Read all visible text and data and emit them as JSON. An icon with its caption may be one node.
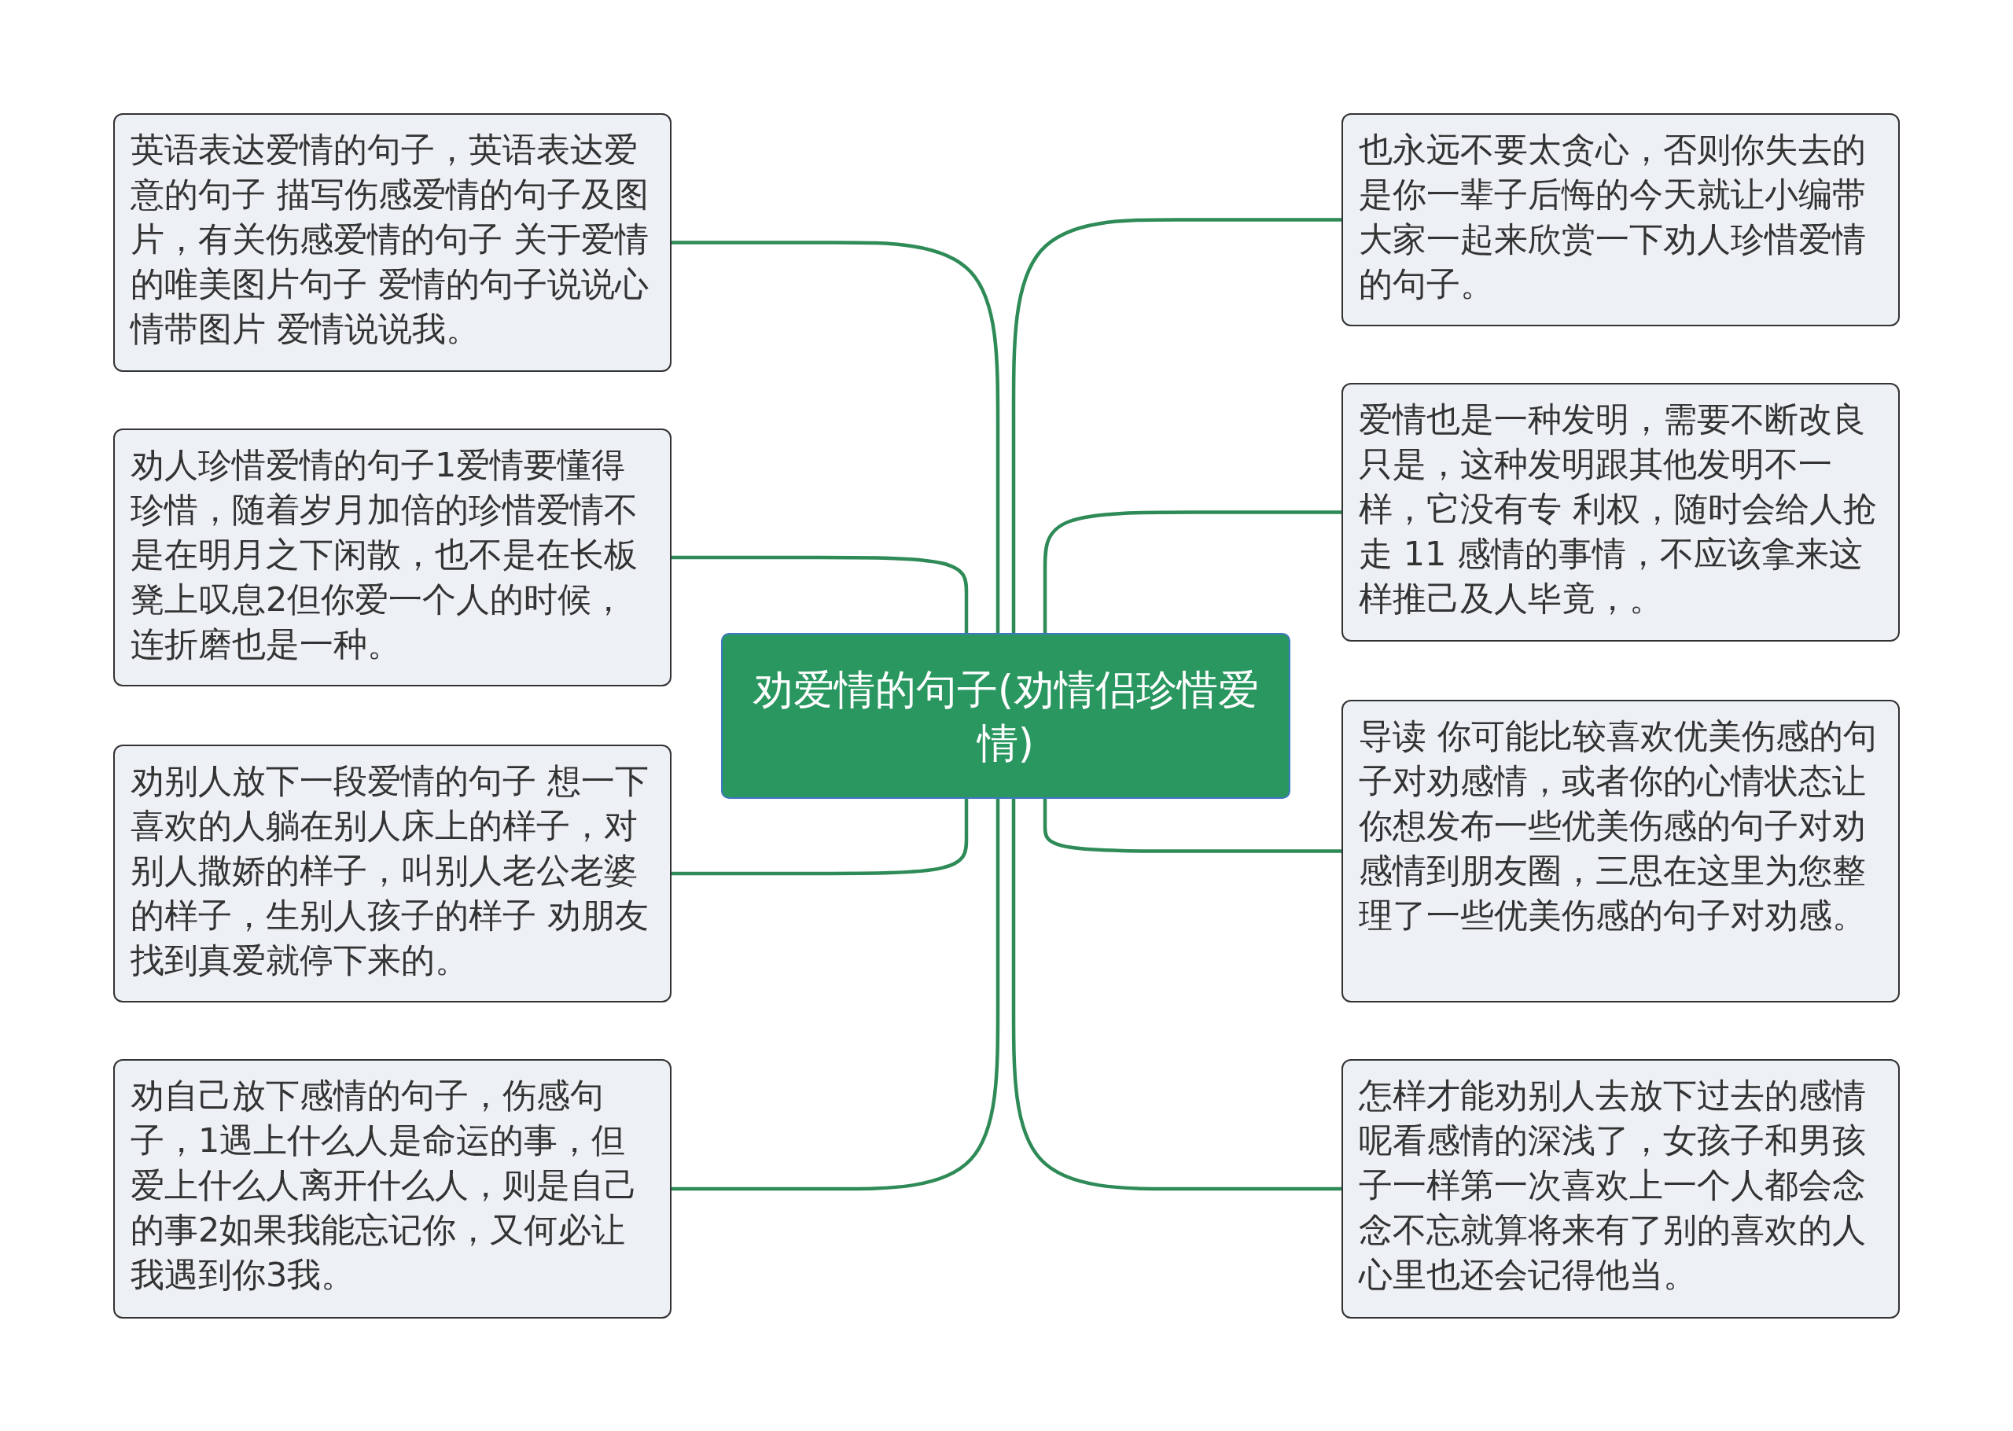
{
  "diagram": {
    "nodes": [
      {
        "text": [
          "劝爱情的句子(劝情侣珍惜爱情)"
        ]
      },
      {
        "text": [
          "英语表达爱情的句子，英语表达爱意的句子 描写伤感爱情的句子及图片，有关伤感爱情的句子 关于爱情的唯美图片句子 爱情的句子说说心情带图片 爱情说说我。"
        ]
      },
      {
        "text": [
          "劝人珍惜爱情的句子1爱情要懂得珍惜，随着岁月加倍的珍惜爱情不是在明月之下闲散，也不是在长板凳上叹息2但你爱一个人的时候，连折磨也是一种。"
        ]
      },
      {
        "text": [
          "劝别人放下一段爱情的句子 想一下喜欢的人躺在别人床上的样子，对别人撒娇的样子，叫别人老公老婆的样子，生别人孩子的样子 劝朋友找到真爱就停下来的。"
        ]
      },
      {
        "text": [
          "劝自己放下感情的句子，伤感句子，1遇上什么人是命运的事，但爱上什么人离开什么人，则是自己的事2如果我能忘记你，又何必让我遇到你3我。"
        ]
      },
      {
        "text": [
          "也永远不要太贪心，否则你失去的是你一辈子后悔的今天就让小编带大家一起来欣赏一下劝人珍惜爱情的句子。"
        ]
      },
      {
        "text": [
          "爱情也是一种发明，需要不断改良只是，这种发明跟其他发明不一样，它没有专 利权，随时会给人抢走 11 感情的事情，不应该拿来这样推己及人毕竟，。"
        ]
      },
      {
        "text": [
          "导读 你可能比较喜欢优美伤感的句子对劝感情，或者你的心情状态让你想发布一些优美伤感的句子对劝感情到朋友圈，三思在这里为您整理了一些优美伤感的句子对劝感。"
        ]
      },
      {
        "text": [
          "怎样才能劝别人去放下过去的感情呢看感情的深浅了，女孩子和男孩子一样第一次喜欢上一个人都会念念不忘就算将来有了别的喜欢的人心里也还会记得他当。"
        ]
      }
    ],
    "edges": [
      {
        "from": 0,
        "to": 1,
        "arrow": "none"
      },
      {
        "from": 0,
        "to": 2,
        "arrow": "none"
      },
      {
        "from": 0,
        "to": 3,
        "arrow": "none"
      },
      {
        "from": 0,
        "to": 4,
        "arrow": "none"
      },
      {
        "from": 0,
        "to": 5,
        "arrow": "none"
      },
      {
        "from": 0,
        "to": 6,
        "arrow": "none"
      },
      {
        "from": 0,
        "to": 7,
        "arrow": "none"
      },
      {
        "from": 0,
        "to": 8,
        "arrow": "none"
      }
    ]
  }
}
